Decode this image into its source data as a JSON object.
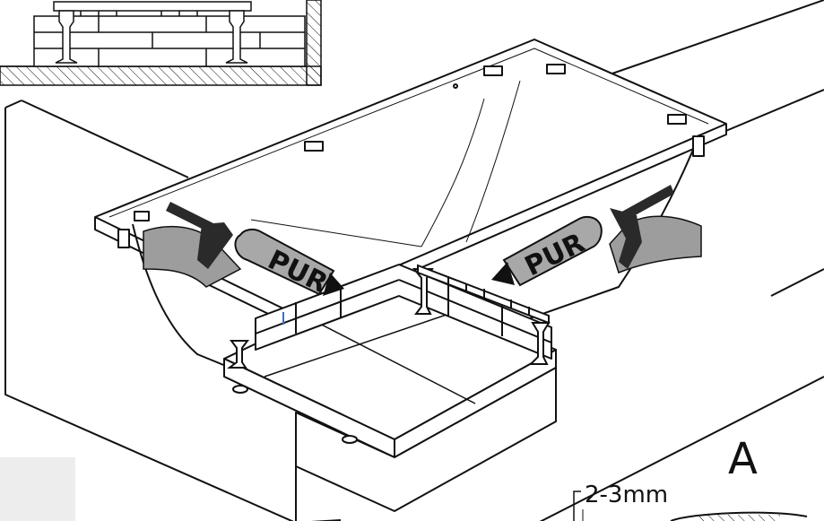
{
  "labels": {
    "gun_left": "PUR",
    "gun_right": "PUR",
    "detail_letter": "A",
    "gap_dimension": "2-3mm"
  },
  "colors": {
    "line": "#111111",
    "hand": "#9d9d9d",
    "gun_body": "#a8a8a8",
    "gun_dark": "#2a2a2a",
    "panel_gray": "#ededed",
    "background": "#ffffff"
  }
}
